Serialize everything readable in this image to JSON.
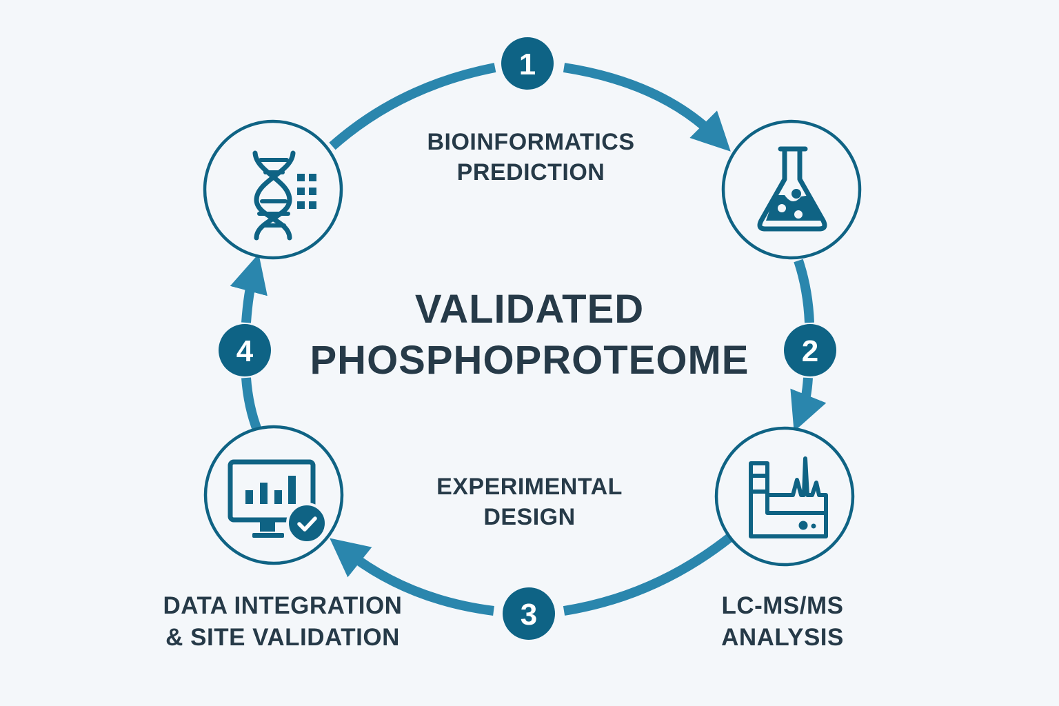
{
  "title": {
    "line1": "VALIDATED",
    "line2": "PHOSPHOPROTEOME"
  },
  "colors": {
    "background": "#f4f7fa",
    "node_stroke": "#0f6384",
    "arrow": "#2a86ad",
    "badge": "#0e6385",
    "text": "#263a48"
  },
  "steps": [
    {
      "number": "1",
      "label_line1": "BIOINFORMATICS",
      "label_line2": "PREDICTION",
      "icon": "dna-grid-icon"
    },
    {
      "number": "2",
      "label_line1": "EXPERIMENTAL",
      "label_line2": "DESIGN",
      "icon": "flask-icon"
    },
    {
      "number": "3",
      "label_line1": "LC-MS/MS",
      "label_line2": "ANALYSIS",
      "icon": "mass-spectrometer-icon"
    },
    {
      "number": "4",
      "label_line1": "DATA INTEGRATION",
      "label_line2": "& SITE VALIDATION",
      "icon": "monitor-chart-check-icon"
    }
  ]
}
